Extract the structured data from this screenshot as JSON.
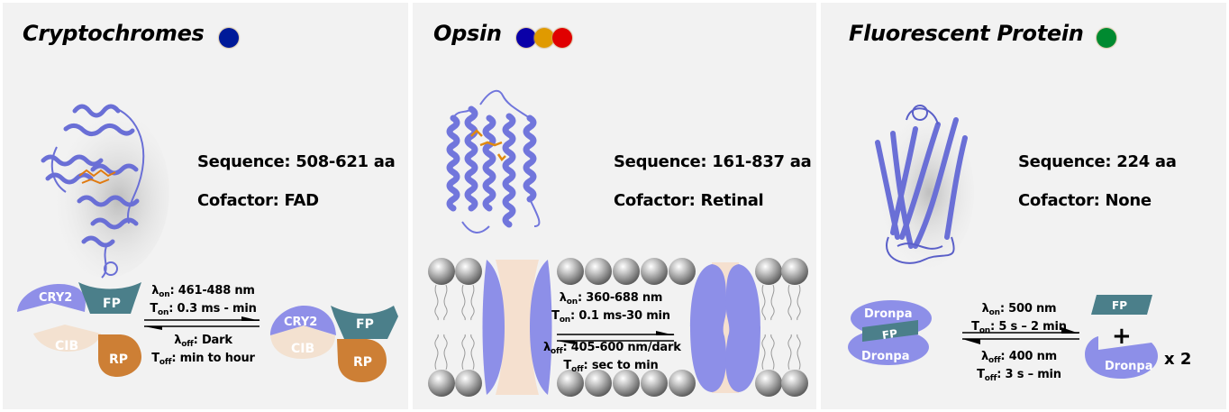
{
  "panels": [
    {
      "title": "Cryptochromes",
      "light_dots": [
        {
          "color": "#001a99"
        }
      ],
      "sequence_label": "Sequence:",
      "sequence_value": "508-621 aa",
      "cofactor_label": "Cofactor:",
      "cofactor_value": "FAD",
      "reaction": {
        "on_symbol": "λ",
        "on_sub": "on",
        "on_value": ": 461-488 nm",
        "ton_symbol": "T",
        "ton_sub": "on",
        "ton_value": ": 0.3 ms - min",
        "off_symbol": "λ",
        "off_sub": "off",
        "off_value": ": Dark",
        "toff_symbol": "T",
        "toff_sub": "off",
        "toff_value": ": min to hour"
      },
      "components": {
        "cry2": "CRY2",
        "fp": "FP",
        "cib": "CIB",
        "rp": "RP"
      }
    },
    {
      "title": "Opsin",
      "light_dots": [
        {
          "color": "#0a00a8"
        },
        {
          "color": "#e09a00"
        },
        {
          "color": "#e00000"
        }
      ],
      "sequence_label": "Sequence:",
      "sequence_value": "161-837 aa",
      "cofactor_label": "Cofactor:",
      "cofactor_value": "Retinal",
      "reaction": {
        "on_symbol": "λ",
        "on_sub": "on",
        "on_value": ": 360-688 nm",
        "ton_symbol": "T",
        "ton_sub": "on",
        "ton_value": ": 0.1 ms-30 min",
        "off_symbol": "λ",
        "off_sub": "off",
        "off_value": ": 405-600 nm/dark",
        "toff_symbol": "T",
        "toff_sub": "off",
        "toff_value": ": sec to min"
      }
    },
    {
      "title": "Fluorescent Protein",
      "light_dots": [
        {
          "color": "#008a30"
        }
      ],
      "sequence_label": "Sequence:",
      "sequence_value": "224 aa",
      "cofactor_label": "Cofactor:",
      "cofactor_value": "None",
      "reaction": {
        "on_symbol": "λ",
        "on_sub": "on",
        "on_value": ": 500 nm",
        "ton_symbol": "T",
        "ton_sub": "on",
        "ton_value": ": 5 s – 2 min",
        "off_symbol": "λ",
        "off_sub": "off",
        "off_value": ": 400 nm",
        "toff_symbol": "T",
        "toff_sub": "off",
        "toff_value": ": 3 s – min"
      },
      "components": {
        "dronpa": "Dronpa",
        "fp": "FP",
        "plus": "+",
        "multiplier": "x 2"
      }
    }
  ],
  "colors": {
    "panel_bg": "#f2f2f2",
    "protein_ribbon": "#7b7fe0",
    "cry2": "#8f8fe8",
    "fp": "#4b7f8a",
    "cib": "#f3e1d0",
    "rp": "#cd7f35",
    "opsin_blue": "#8d8fe8",
    "opsin_pore": "#f5e0cf",
    "lipid_head": "#9a9a9a"
  }
}
